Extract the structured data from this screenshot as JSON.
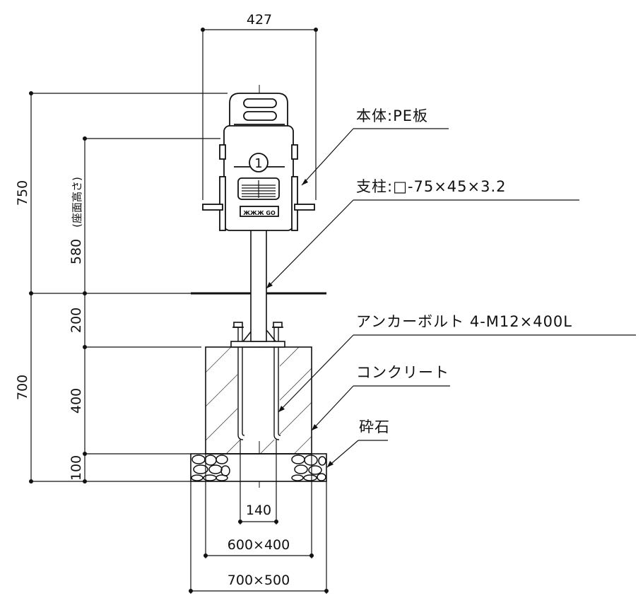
{
  "dimensions": {
    "overall_width": "427",
    "total_height": "750",
    "seat_height": "580",
    "seat_height_note": "(座面高さ)",
    "above_foundation": "200",
    "foundation_depth_total": "700",
    "concrete_depth": "400",
    "gravel_depth": "100",
    "anchor_spacing": "140",
    "concrete_size": "600×400",
    "gravel_size": "700×500"
  },
  "labels": {
    "body": "本体:PE板",
    "post": "支柱:□-75×45×3.2",
    "anchor_bolt": "アンカーボルト 4-M12×400L",
    "concrete": "コンクリート",
    "gravel": "砕石"
  },
  "product": {
    "number_badge": "1",
    "brand_plate": "ЖЖЖ GO"
  },
  "colors": {
    "line": "#111111",
    "paper": "#ffffff"
  }
}
